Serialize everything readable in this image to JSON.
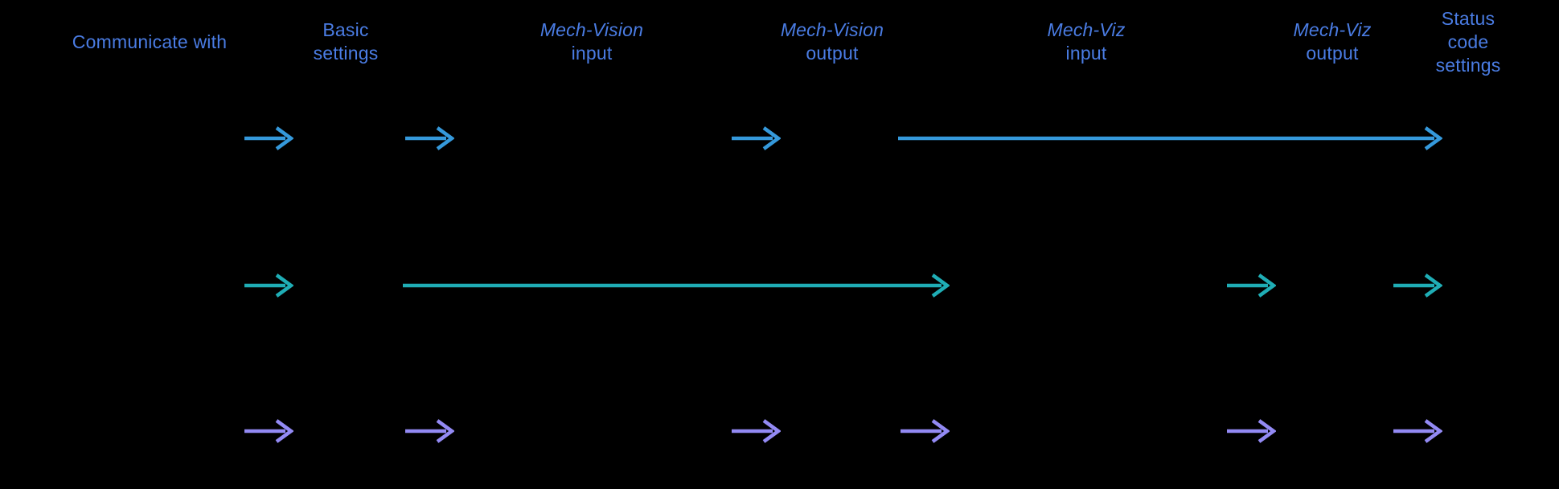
{
  "background_color": "#000000",
  "header_text_color": "#4A7CE3",
  "diagram": {
    "columns": [
      {
        "id": "communicate-with",
        "lines": [
          {
            "text": "Communicate with",
            "italic": false
          }
        ]
      },
      {
        "id": "basic-settings",
        "lines": [
          {
            "text": "Basic",
            "italic": false
          },
          {
            "text": "settings",
            "italic": false
          }
        ]
      },
      {
        "id": "mech-vision-input",
        "lines": [
          {
            "text": "Mech-Vision",
            "italic": true
          },
          {
            "text": "input",
            "italic": false
          }
        ]
      },
      {
        "id": "mech-vision-output",
        "lines": [
          {
            "text": "Mech-Vision",
            "italic": true
          },
          {
            "text": "output",
            "italic": false
          }
        ]
      },
      {
        "id": "mech-viz-input",
        "lines": [
          {
            "text": "Mech-Viz",
            "italic": true
          },
          {
            "text": "input",
            "italic": false
          }
        ]
      },
      {
        "id": "mech-viz-output",
        "lines": [
          {
            "text": "Mech-Viz",
            "italic": true
          },
          {
            "text": "output",
            "italic": false
          }
        ]
      },
      {
        "id": "status-code-settings",
        "lines": [
          {
            "text": "Status",
            "italic": false
          },
          {
            "text": "code",
            "italic": false
          },
          {
            "text": "settings",
            "italic": false
          }
        ]
      }
    ],
    "rows": [
      {
        "id": "flow-row-1",
        "color": "#3599DB",
        "arrows": [
          {
            "type": "short",
            "gap": 1
          },
          {
            "type": "short",
            "gap": 2
          },
          {
            "type": "short",
            "gap": 3
          },
          {
            "type": "long",
            "from_gap": 4,
            "to_gap": 6
          }
        ]
      },
      {
        "id": "flow-row-2",
        "color": "#1FADB5",
        "arrows": [
          {
            "type": "short",
            "gap": 1
          },
          {
            "type": "long",
            "from_gap": 2,
            "to_gap": 4
          },
          {
            "type": "short",
            "gap": 5
          },
          {
            "type": "short",
            "gap": 6
          }
        ]
      },
      {
        "id": "flow-row-3",
        "color": "#938AF4",
        "arrows": [
          {
            "type": "short",
            "gap": 1
          },
          {
            "type": "short",
            "gap": 2
          },
          {
            "type": "short",
            "gap": 3
          },
          {
            "type": "short",
            "gap": 4
          },
          {
            "type": "short",
            "gap": 5
          },
          {
            "type": "short",
            "gap": 6
          }
        ]
      }
    ]
  }
}
